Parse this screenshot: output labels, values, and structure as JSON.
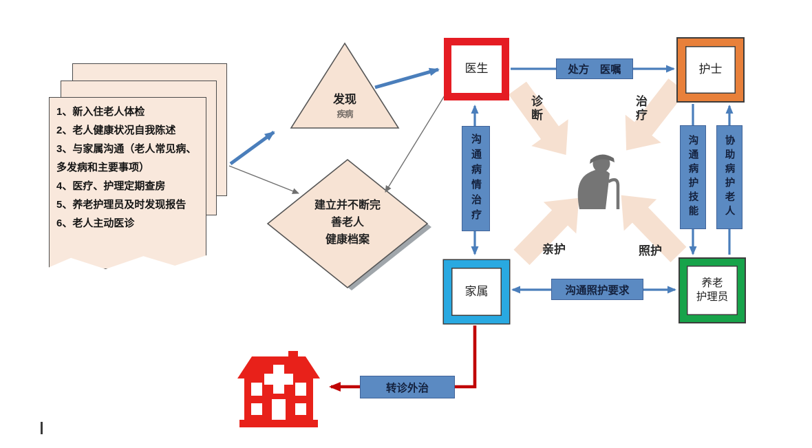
{
  "checklist": {
    "lines": [
      "1、新入住老人体检",
      "2、老人健康状况自我陈述",
      "3、与家属沟通（老人常见病、",
      "多发病和主要事项）",
      "4、医疗、护理定期查房",
      "5、养老护理员及时发现报告",
      "6、老人主动医诊"
    ]
  },
  "triangle": {
    "label": "发现",
    "sublabel": "疾病"
  },
  "diamond": {
    "line1": "建立并不断完",
    "line2": "善老人",
    "line3": "健康档案"
  },
  "actors": {
    "doctor": {
      "label": "医生",
      "color": "#e51c23"
    },
    "nurse": {
      "label": "护士",
      "color": "#e8803a"
    },
    "family": {
      "label": "家属",
      "color": "#29a9e1"
    },
    "caregiver": {
      "line1": "养老",
      "line2": "护理员",
      "color": "#17a34a"
    }
  },
  "connectors": {
    "prescription_label": "处方　医嘱",
    "communicate_illness_label": "沟通病情治疗",
    "communicate_skills_label": "沟通病护技能",
    "assist_elderly_label": "协助病护老人",
    "care_requirements_label": "沟通照护要求",
    "referral_label": "转诊外治"
  },
  "center": {
    "diagnosis_label": "诊断",
    "treatment_label": "治疗",
    "family_care_label": "亲护",
    "care_label": "照护",
    "person_icon": "elderly-person-icon"
  },
  "hospital": {
    "icon": "hospital-building-icon",
    "color": "#e8211a"
  },
  "colors": {
    "label_fill": "#5b8ac2",
    "label_border": "#3f6298",
    "arrow_blue": "#4a7ebb",
    "arrow_gray": "#6f6f6f",
    "arrow_red": "#c00505",
    "shape_fill": "#f7e3d4",
    "big_arrow_fill": "#f6e0d0"
  }
}
